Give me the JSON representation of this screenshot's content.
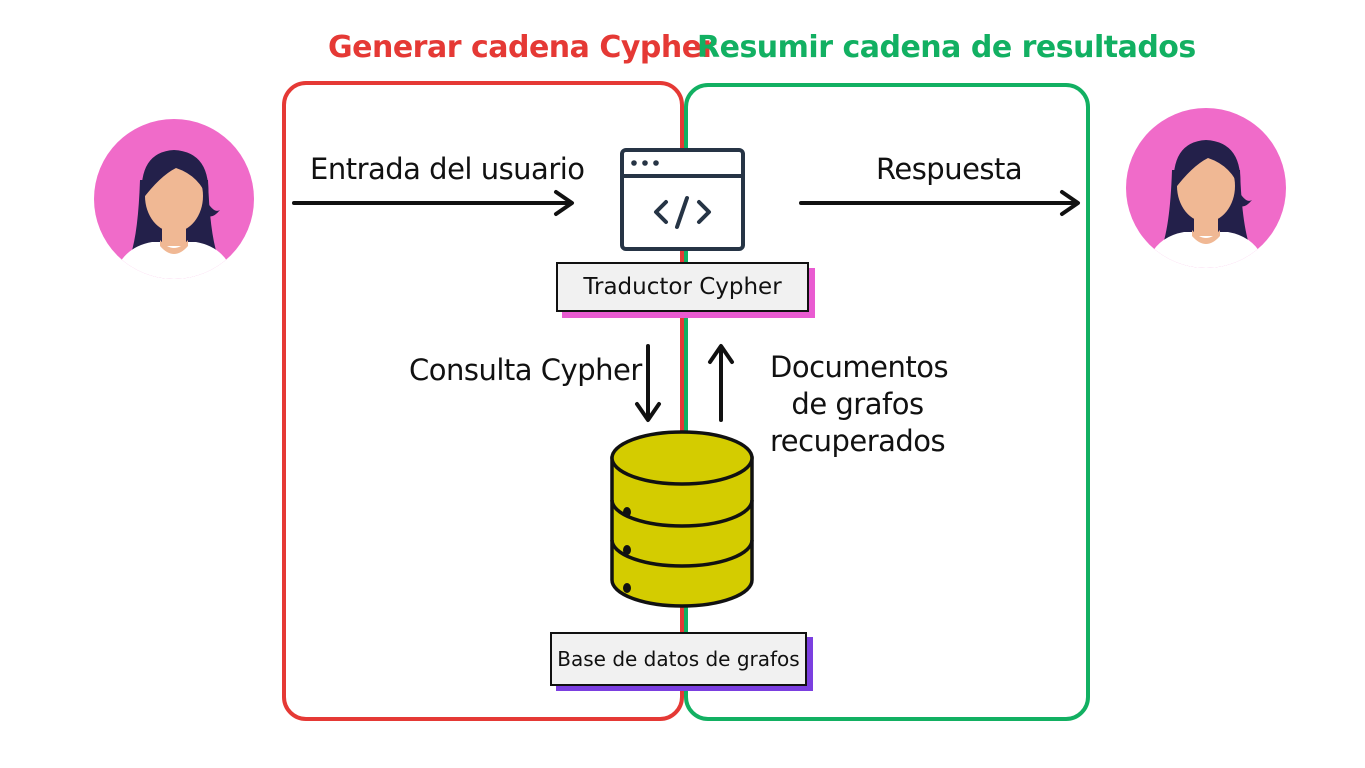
{
  "sections": {
    "generate_title": "Generar cadena Cypher",
    "summarize_title": "Resumir cadena de resultados"
  },
  "flow": {
    "user_input_label": "Entrada del usuario",
    "response_label": "Respuesta",
    "query_label": "Consulta Cypher",
    "docs_label": "Documentos de grafos recuperados"
  },
  "components": {
    "translator_label": "Traductor Cypher",
    "database_label": "Base de datos de grafos"
  },
  "colors": {
    "generate_accent": "#e53935",
    "summarize_accent": "#12b062",
    "avatar_bg": "#f06bc9",
    "translator_shadow": "#e95bd1",
    "database_shadow": "#7b3fe0",
    "database_fill": "#d4cc00"
  }
}
